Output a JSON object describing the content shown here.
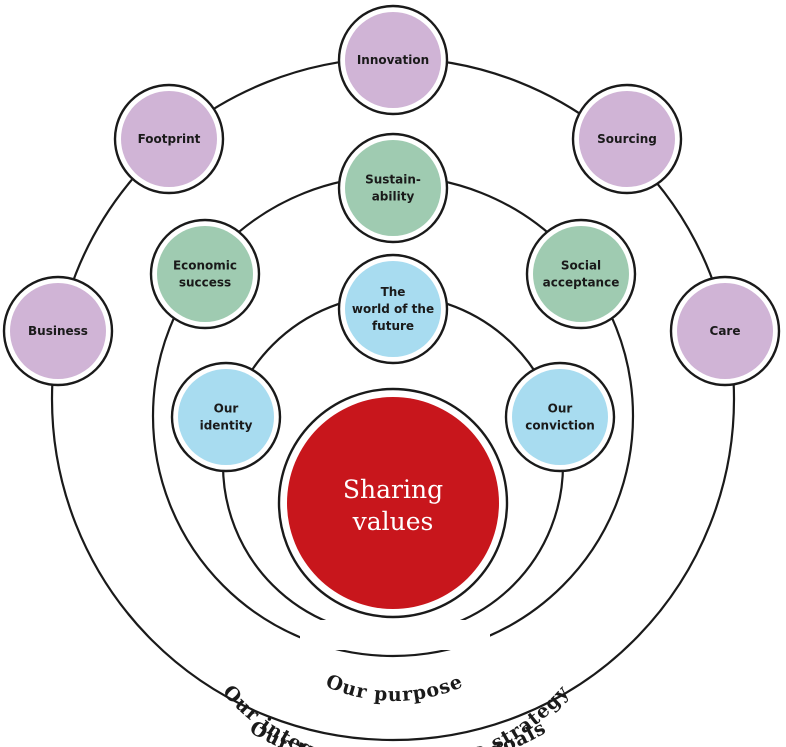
{
  "center": {
    "line1": "Sharing",
    "line2": "values",
    "color": "#c8161c"
  },
  "rings": {
    "inner_label": "Our purpose",
    "middle_label": "Our integrated corporate strategy",
    "outer_label": "Our track record and goals"
  },
  "colors": {
    "blue": "#a8dcf0",
    "green": "#9fcbb1",
    "purple": "#d0b4d6",
    "stroke": "#1a1a1a"
  },
  "inner_nodes": [
    {
      "lines": [
        "The",
        "world of the",
        "future"
      ]
    },
    {
      "lines": [
        "Our",
        "identity"
      ]
    },
    {
      "lines": [
        "Our",
        "conviction"
      ]
    }
  ],
  "middle_nodes": [
    {
      "lines": [
        "Sustain-",
        "ability"
      ]
    },
    {
      "lines": [
        "Economic",
        "success"
      ]
    },
    {
      "lines": [
        "Social",
        "acceptance"
      ]
    }
  ],
  "outer_nodes": [
    {
      "lines": [
        "Innovation"
      ]
    },
    {
      "lines": [
        "Footprint"
      ]
    },
    {
      "lines": [
        "Sourcing"
      ]
    },
    {
      "lines": [
        "Business"
      ]
    },
    {
      "lines": [
        "Care"
      ]
    }
  ]
}
